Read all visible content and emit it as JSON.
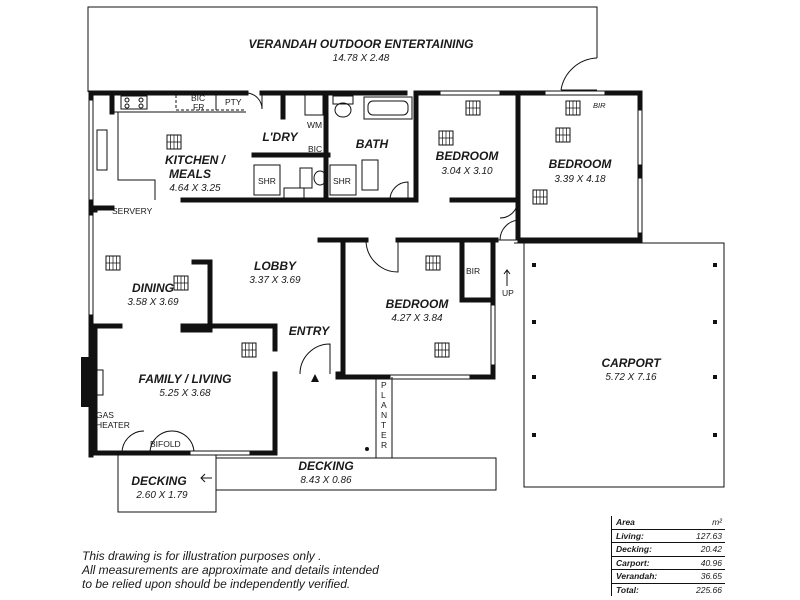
{
  "rooms": {
    "verandah": {
      "name": "VERANDAH OUTDOOR ENTERTAINING",
      "dims": "14.78 X 2.48"
    },
    "kitchen": {
      "name_line1": "KITCHEN /",
      "name_line2": "MEALS",
      "dims": "4.64 X 3.25"
    },
    "laundry": {
      "name": "L'DRY"
    },
    "bath": {
      "name": "BATH"
    },
    "bedroom2": {
      "name": "BEDROOM",
      "dims": "3.04 X 3.10"
    },
    "bedroom1": {
      "name": "BEDROOM",
      "dims": "3.39 X 4.18"
    },
    "dining": {
      "name": "DINING",
      "dims": "3.58 X 3.69"
    },
    "lobby": {
      "name": "LOBBY",
      "dims": "3.37 X 3.69"
    },
    "bedroom3": {
      "name": "BEDROOM",
      "dims": "4.27 X 3.84"
    },
    "entry": {
      "name": "ENTRY"
    },
    "family": {
      "name": "FAMILY / LIVING",
      "dims": "5.25 X 3.68"
    },
    "carport": {
      "name": "CARPORT",
      "dims": "5.72 X 7.16"
    },
    "decking_left": {
      "name": "DECKING",
      "dims": "2.60 X 1.79"
    },
    "decking_front": {
      "name": "DECKING",
      "dims": "8.43 X 0.86"
    }
  },
  "fixtures": {
    "bic_fr": "BIC",
    "fr": "FR",
    "pty": "PTY",
    "wm": "WM",
    "bic_ldry": "BIC",
    "shr_ldry": "SHR",
    "shr_bath": "SHR",
    "bir_bed1": "BIR",
    "bir_bed3": "BIR",
    "servery": "SERVERY",
    "up": "UP",
    "bifold": "BIFOLD",
    "gas_line1": "GAS",
    "gas_line2": "HEATER",
    "planter": [
      "P",
      "L",
      "A",
      "N",
      "T",
      "E",
      "R"
    ]
  },
  "disclaimer": {
    "line1": "This drawing is for illustration purposes only .",
    "line2": "All measurements are approximate and details intended",
    "line3": "to be relied upon should be independently verified."
  },
  "area_table": {
    "header_label": "Area",
    "header_unit": "m²",
    "rows": [
      {
        "label": "Living:",
        "value": "127.63"
      },
      {
        "label": "Decking:",
        "value": "20.42"
      },
      {
        "label": "Carport:",
        "value": "40.96"
      },
      {
        "label": "Verandah:",
        "value": "36.65"
      }
    ],
    "total_label": "Total:",
    "total_value": "225.66"
  }
}
